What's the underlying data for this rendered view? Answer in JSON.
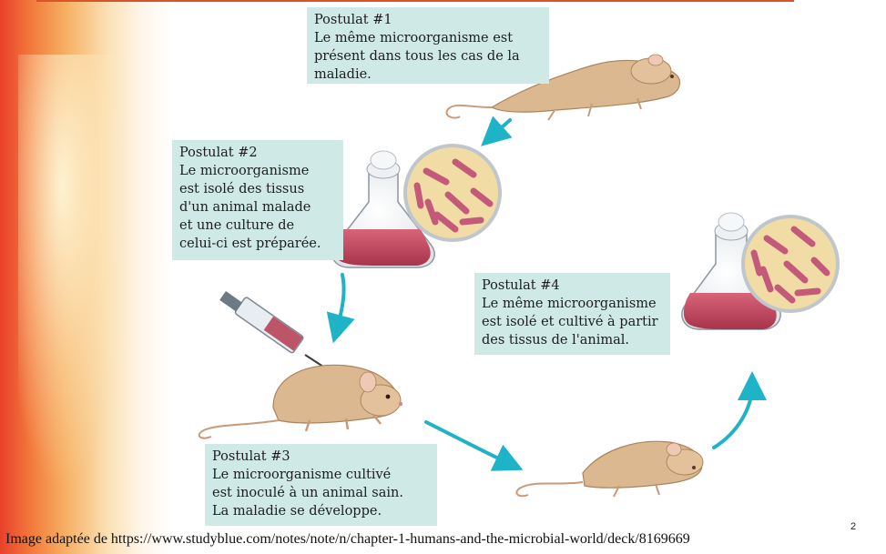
{
  "postulates": [
    {
      "title": "Postulat #1",
      "body": "Le même microorganisme est\nprésent dans tous les cas de la\nmaladie."
    },
    {
      "title": "Postulat #2",
      "body": "Le microorganisme\nest isolé des tissus\nd'un animal malade\net une culture de\ncelui-ci est préparée."
    },
    {
      "title": "Postulat #3",
      "body": "Le microorganisme cultivé\nest inoculé à un animal sain.\nLa maladie se développe."
    },
    {
      "title": "Postulat #4",
      "body": "Le même microorganisme\nest isolé et cultivé à partir\ndes tissus de l'animal."
    }
  ],
  "footer": {
    "credit": "Image adaptée de  https://www.studyblue.com/notes/note/n/chapter-1-humans-and-the-microbial-world/deck/8169669"
  },
  "page_number": "2",
  "colors": {
    "box": "#cfe9e6",
    "arrow": "#1fb3c8",
    "mouse": "#dcb891",
    "culture": "#c2475f",
    "accent_band": "#f27a3c"
  }
}
